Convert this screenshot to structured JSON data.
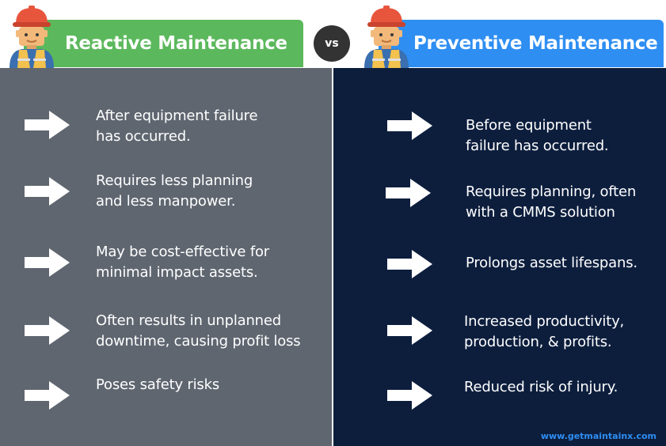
{
  "colors": {
    "left_panel": "#5f6670",
    "right_panel": "#0d1e3d",
    "left_header": "#5cb85c",
    "right_header": "#2e8ef2",
    "vs_badge": "#333333",
    "footer": "#2e8ef2"
  },
  "icons": {
    "worker": "construction-worker-icon",
    "arrow": "arrow-right-icon"
  },
  "vs_label": "vs",
  "left": {
    "title": "Reactive Maintenance",
    "items": [
      {
        "line1": "After equipment failure",
        "line2": "has occurred."
      },
      {
        "line1": "Requires less planning",
        "line2": "and less manpower."
      },
      {
        "line1": "May be cost-effective for",
        "line2": "minimal impact assets."
      },
      {
        "line1": "Often results in unplanned",
        "line2": "downtime, causing profit loss"
      },
      {
        "line1": "Poses safety risks",
        "line2": ""
      }
    ]
  },
  "right": {
    "title": "Preventive Maintenance",
    "items": [
      {
        "line1": "Before equipment",
        "line2": "failure has occurred."
      },
      {
        "line1": "Requires planning, often",
        "line2": "with a CMMS solution"
      },
      {
        "line1": "Prolongs asset lifespans.",
        "line2": ""
      },
      {
        "line1": "Increased productivity,",
        "line2": "production, & profits."
      },
      {
        "line1": "Reduced risk of injury.",
        "line2": ""
      }
    ]
  },
  "footer": "www.getmaintainx.com"
}
